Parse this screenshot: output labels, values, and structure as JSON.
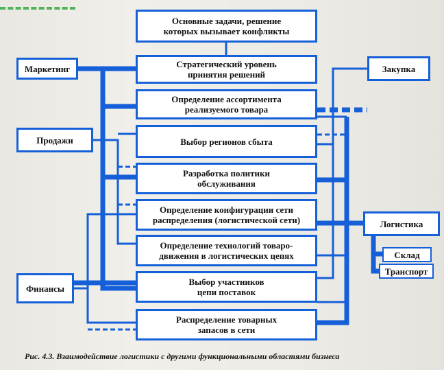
{
  "diagram": {
    "top_box": "Основные задачи, решение\nкоторых вызывает конфликты",
    "tasks": [
      "Стратегический уровень\nпринятия решений",
      "Определение ассортимента\nреализуемого товара",
      "Выбор регионов сбыта",
      "Разработка политики\nобслуживания",
      "Определение конфигурации сети\nраспределения (логистической сети)",
      "Определение технологий товаро-\nдвижения в логистических цепях",
      "Выбор участников\nцепи поставок",
      "Распределение товарных\nзапасов в сети"
    ],
    "left_functions": [
      "Маркетинг",
      "Продажи",
      "Финансы"
    ],
    "right_functions": [
      "Закупка",
      "Логистика"
    ],
    "logistics_sub": [
      "Склад",
      "Транспорт"
    ]
  },
  "caption": "Рис. 4.3. Взаимодействие логистики с другими функциональными областями бизнеса",
  "colors": {
    "line": "#1560d9",
    "box_border": "#1560d9",
    "background": "#f1efe9"
  }
}
